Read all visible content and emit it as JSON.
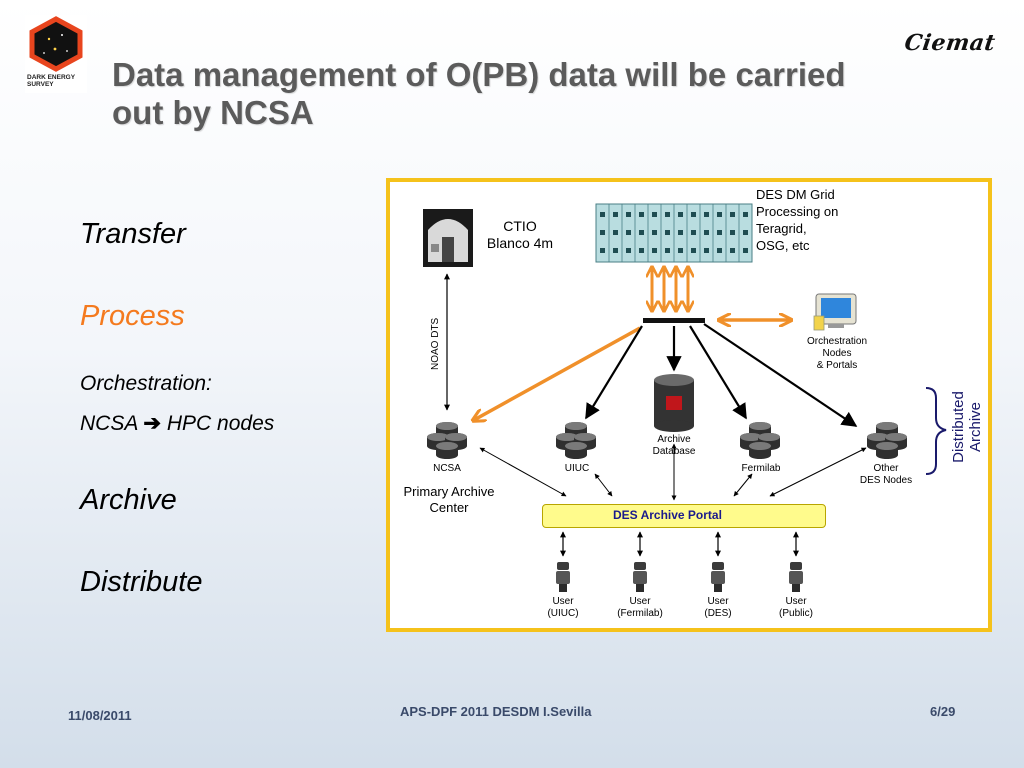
{
  "logos": {
    "des_text": "DARK ENERGY\nSURVEY",
    "ciemat_text": "Ciemat"
  },
  "title": "Data management of  O(PB) data will be carried out by NCSA",
  "bullets": [
    {
      "text": "Transfer"
    },
    {
      "text": "Process"
    },
    {
      "text": "Orchestration:"
    },
    {
      "text_a": "NCSA",
      "arrow": "➔",
      "text_b": "HPC nodes"
    },
    {
      "text": "Archive"
    },
    {
      "text": "Distribute"
    }
  ],
  "diagram": {
    "ctio": "CTIO\nBlanco 4m",
    "grid": "DES DM Grid\nProcessing on\nTeragrid,\nOSG, etc",
    "noao_dts": "NOAO DTS",
    "orchestration": "Orchestration\nNodes\n& Portals",
    "archive_db": "Archive\nDatabase",
    "ncsa": "NCSA",
    "uiuc": "UIUC",
    "fermilab": "Fermilab",
    "other_nodes": "Other\nDES Nodes",
    "primary_archive": "Primary Archive\nCenter",
    "portal": "DES Archive Portal",
    "distributed_archive": "Distributed\nArchive",
    "users": [
      "User\n(UIUC)",
      "User\n(Fermilab)",
      "User\n(DES)",
      "User\n(Public)"
    ],
    "colors": {
      "frame": "#f5c21b",
      "orange_arrow": "#f0902a",
      "portal_fill": "#fffb8c",
      "rack": "#b9dde0"
    }
  },
  "footer": {
    "date": "11/08/2011",
    "center": "APS-DPF 2011 DESDM I.Sevilla",
    "page": "6/29"
  }
}
